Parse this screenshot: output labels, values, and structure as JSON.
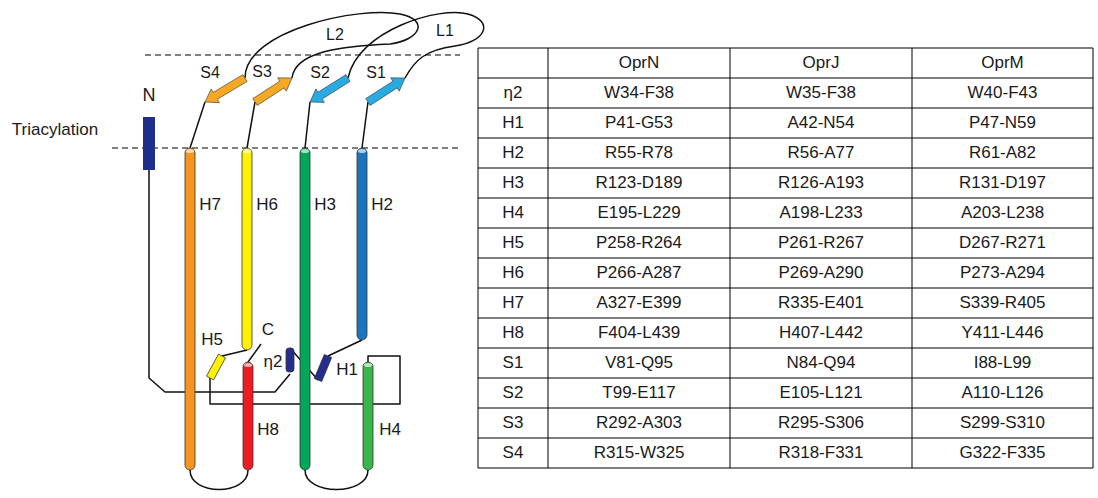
{
  "diagram": {
    "labels": [
      "N",
      "Triacylation",
      "L2",
      "L1",
      "S4",
      "S3",
      "S2",
      "S1",
      "H7",
      "H6",
      "H3",
      "H2",
      "C",
      "H5",
      "η2",
      "H1",
      "H8",
      "H4",
      "OprN",
      "OprJ",
      "OprM",
      "η2",
      "W34-F38",
      "W35-F38",
      "W40-F43",
      "H1",
      "P41-G53",
      "A42-N54",
      "P47-N59",
      "H2",
      "R55-R78",
      "R56-A77",
      "R61-A82",
      "H3",
      "R123-D189",
      "R126-A193",
      "R131-D197",
      "H4",
      "E195-L229",
      "A198-L233",
      "A203-L238",
      "H5",
      "P258-R264",
      "P261-R267",
      "D267-R271",
      "H6",
      "P266-A287",
      "P269-A290",
      "P273-A294",
      "H7",
      "A327-E399",
      "R335-E401",
      "S339-R405",
      "H8",
      "F404-L439",
      "H407-L442",
      "Y411-L446",
      "S1",
      "V81-Q95",
      "N84-Q94",
      "I88-L99",
      "S2",
      "T99-E117",
      "E105-L121",
      "A110-L126",
      "S3",
      "R292-A303",
      "R295-S306",
      "S299-S310",
      "S4",
      "R315-W325",
      "R318-F331",
      "G322-F335"
    ]
  }
}
